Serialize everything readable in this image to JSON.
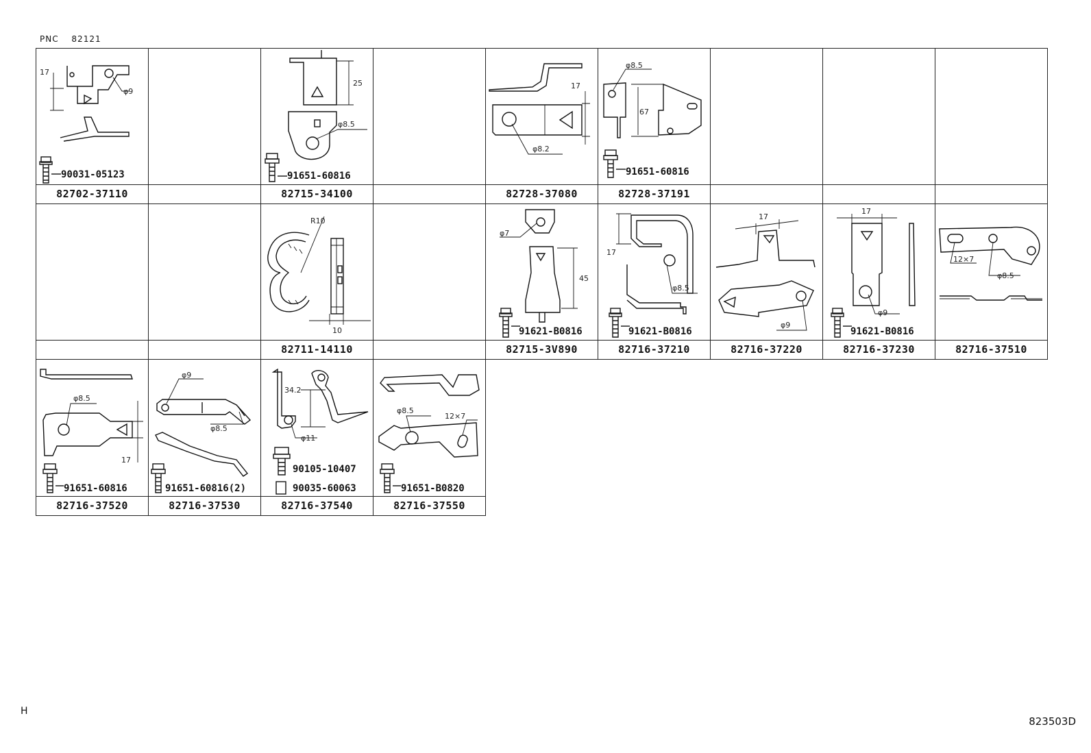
{
  "header": {
    "pnc_label": "PNC",
    "pnc_value": "82121"
  },
  "cells": {
    "r1c1": {
      "part": "82702-37110",
      "bolt": "90031-05123",
      "dims": [
        "17",
        "φ9"
      ]
    },
    "r1c3": {
      "part": "82715-34100",
      "bolt": "91651-60816",
      "dims": [
        "25",
        "φ8.5"
      ]
    },
    "r1c5": {
      "part": "82728-37080",
      "dims": [
        "17",
        "φ8.2"
      ]
    },
    "r1c6": {
      "part": "82728-37191",
      "bolt": "91651-60816",
      "dims": [
        "φ8.5",
        "67"
      ]
    },
    "r2c3": {
      "part": "82711-14110",
      "dims": [
        "R10",
        "10"
      ]
    },
    "r2c5": {
      "part": "82715-3V890",
      "bolt": "91621-B0816",
      "dims": [
        "φ7",
        "45"
      ]
    },
    "r2c6": {
      "part": "82716-37210",
      "bolt": "91621-B0816",
      "dims": [
        "17",
        "φ8.5"
      ]
    },
    "r2c7": {
      "part": "82716-37220",
      "dims": [
        "17",
        "φ9"
      ]
    },
    "r2c8": {
      "part": "82716-37230",
      "bolt": "91621-B0816",
      "dims": [
        "17",
        "φ9"
      ]
    },
    "r2c9": {
      "part": "82716-37510",
      "dims": [
        "12×7",
        "φ8.5"
      ]
    },
    "r3c1": {
      "part": "82716-37520",
      "bolt": "91651-60816",
      "dims": [
        "φ8.5",
        "17"
      ]
    },
    "r3c2": {
      "part": "82716-37530",
      "bolt": "91651-60816(2)",
      "dims": [
        "φ9",
        "φ8.5"
      ]
    },
    "r3c3": {
      "part": "82716-37540",
      "bolt": "90105-10407",
      "bolt2": "90035-60063",
      "dims": [
        "34.2",
        "φ11"
      ]
    },
    "r3c4": {
      "part": "82716-37550",
      "bolt": "91651-B0820",
      "dims": [
        "φ8.5",
        "12×7"
      ]
    }
  },
  "footer": {
    "corner_mark": "H",
    "figure_id": "823503D"
  }
}
